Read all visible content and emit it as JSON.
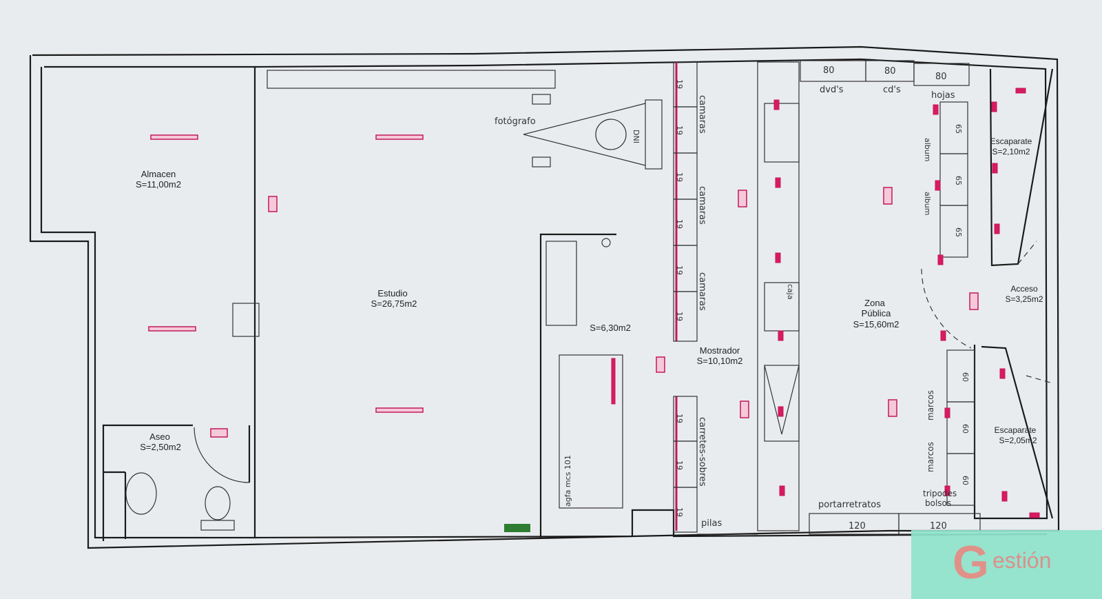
{
  "rooms": {
    "almacen": {
      "name": "Almacen",
      "area": "S=11,00m2"
    },
    "estudio": {
      "name": "Estudio",
      "area": "S=26,75m2"
    },
    "aseo": {
      "name": "Aseo",
      "area": "S=2,50m2"
    },
    "lab": {
      "area": "S=6,30m2"
    },
    "mostrador": {
      "name": "Mostrador",
      "area": "S=10,10m2"
    },
    "zona": {
      "name1": "Zona",
      "name2": "Pública",
      "area": "S=15,60m2"
    },
    "escaparate1": {
      "name": "Escaparate",
      "area": "S=2,10m2"
    },
    "acceso": {
      "name": "Acceso",
      "area": "S=3,25m2"
    },
    "escaparate2": {
      "name": "Escaparate",
      "area": "S=2,05m2"
    }
  },
  "labels": {
    "fotografo": "fotógrafo",
    "dni": "DNI",
    "camaras": "camaras",
    "caja": "caja",
    "carretes": "carretes-sobres",
    "pilas": "pilas",
    "agfa": "agfa mcs 101",
    "dvds": "dvd's",
    "cds": "cd's",
    "hojas": "hojas",
    "album": "album",
    "marcos": "marcos",
    "tripodes": "tripodes",
    "bolsos": "bolsos",
    "portarretratos": "portarretratos"
  },
  "dims": {
    "d19": "19",
    "d80": "80",
    "d65": "65",
    "d60": "60",
    "d120": "120"
  },
  "logo": {
    "letter": "G",
    "rest": "estión"
  }
}
